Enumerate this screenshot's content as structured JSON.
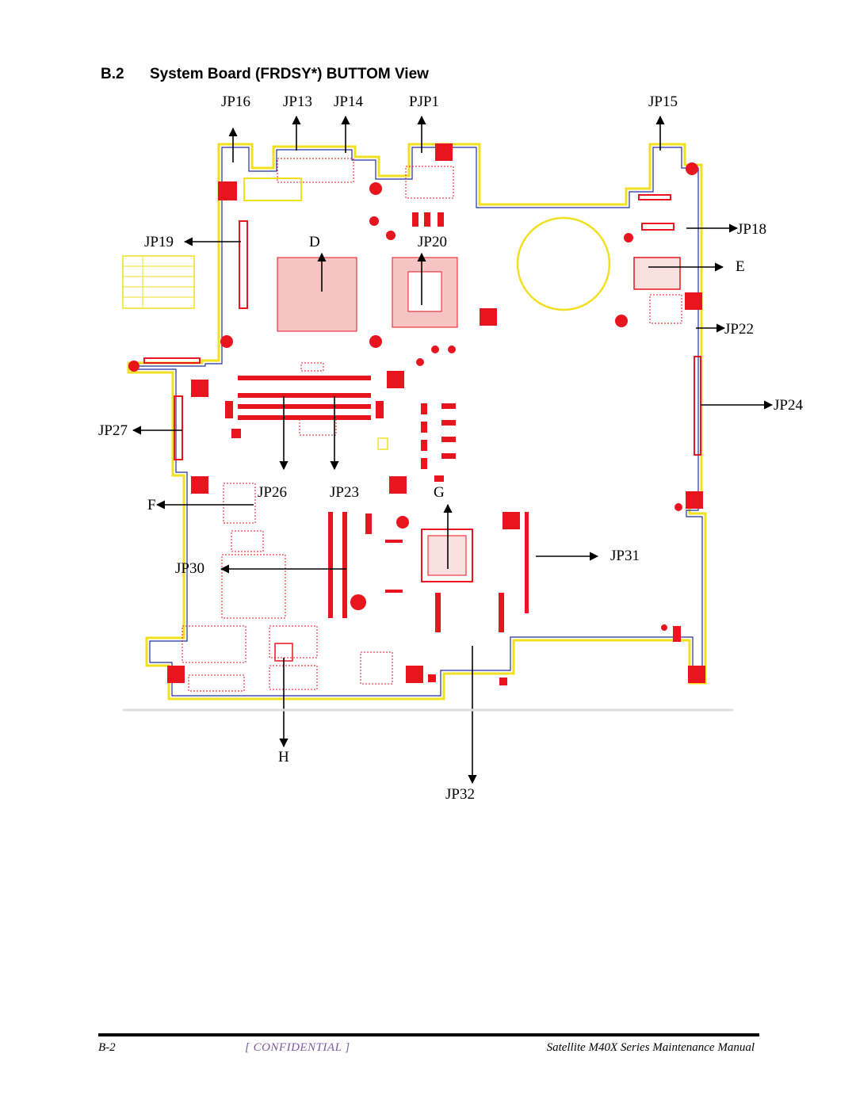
{
  "heading": {
    "number": "B.2",
    "title": "System Board (FRDSY*) BUTTOM View"
  },
  "labels": {
    "jp16": "JP16",
    "jp13": "JP13",
    "jp14": "JP14",
    "pjp1": "PJP1",
    "jp15": "JP15",
    "jp18": "JP18",
    "jp19": "JP19",
    "d": "D",
    "jp20": "JP20",
    "e": "E",
    "jp22": "JP22",
    "jp24": "JP24",
    "jp27": "JP27",
    "jp26": "JP26",
    "jp23": "JP23",
    "g": "G",
    "f": "F",
    "jp31": "JP31",
    "jp30": "JP30",
    "h": "H",
    "jp32": "JP32"
  },
  "footer": {
    "page": "B-2",
    "confidential": "[ CONFIDENTIAL ]",
    "manual": "Satellite M40X Series Maintenance Manual"
  },
  "colors": {
    "pad": "#e8141e",
    "outline_yellow": "#f0e020",
    "outline_blue": "#2030a0",
    "ink": "#000000"
  }
}
